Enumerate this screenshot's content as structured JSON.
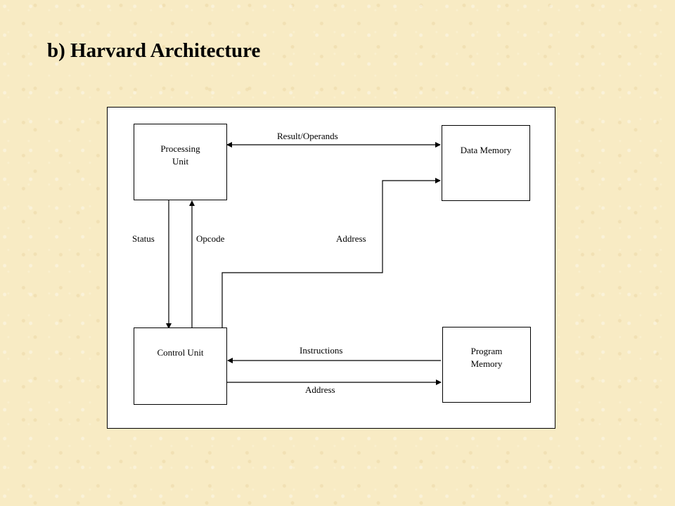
{
  "slide": {
    "title": "b) Harvard Architecture"
  },
  "diagram": {
    "blocks": {
      "processing_unit": "Processing\nUnit",
      "data_memory": "Data Memory",
      "control_unit": "Control Unit",
      "program_memory": "Program\nMemory"
    },
    "connections": {
      "result_operands": "Result/Operands",
      "status": "Status",
      "opcode": "Opcode",
      "data_address": "Address",
      "instructions": "Instructions",
      "program_address": "Address"
    }
  }
}
